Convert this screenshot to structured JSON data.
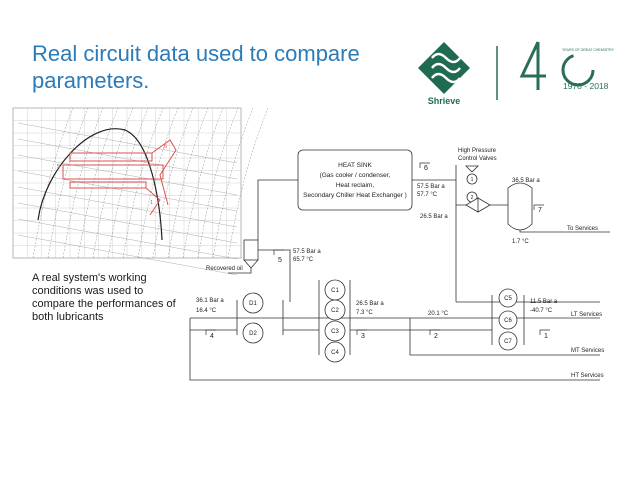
{
  "slide": {
    "title_line1": "Real circuit data used to compare",
    "title_line2": "parameters.",
    "caption": "A real system's working conditions was used to compare the performances of both lubricants"
  },
  "logos": {
    "company": "Shrieve",
    "anniversary_years": "1978 - 2018",
    "anniversary_arc": "YEARS OF GREAT CHEMISTRY"
  },
  "diagram": {
    "heat_sink_lines": [
      "HEAT SINK",
      "(Gas cooler / condenser,",
      "Heat reclaim,",
      "Secondary Chiller Heat Exchanger )"
    ],
    "high_pressure_valve_lines": [
      "High Pressure",
      "Control Valves"
    ],
    "receiver_oil": "Recovered oil",
    "to_services": "To Services",
    "lt_services": "LT Services",
    "mt_services": "MT Services",
    "ht_services": "HT Services",
    "conditions": {
      "p57_top": "57.5 Bar a",
      "t57_top": "57.7 °C",
      "p26": "26.5 Bar a",
      "p36": "36.5 Bar a",
      "t_receiver": "1.7 °C",
      "p57_sep": "57.5 Bar a",
      "t65": "65.7 °C",
      "p36_suction": "36.1 Bar a",
      "t16": "16.4 °C",
      "p26_mt": "26.5 Bar a",
      "t7": "7.3 °C",
      "t20": "20.1 °C",
      "p11": "11.5 Bar a",
      "t_minus40": "-40.7 °C"
    },
    "node_numbers": [
      "1",
      "2",
      "3",
      "4",
      "5",
      "6",
      "7"
    ],
    "compressors": [
      "D1",
      "D2",
      "C1",
      "C2",
      "C3",
      "C4",
      "C5",
      "C6",
      "C7"
    ],
    "valves": [
      "1",
      "2"
    ]
  },
  "chart_data": {
    "type": "ph-diagram",
    "title": "",
    "xlabel": "",
    "ylabel": ""
  },
  "colors": {
    "title": "#2b7bb9",
    "logo_green": "#1f6b52",
    "cycle_red": "#d9534f"
  }
}
